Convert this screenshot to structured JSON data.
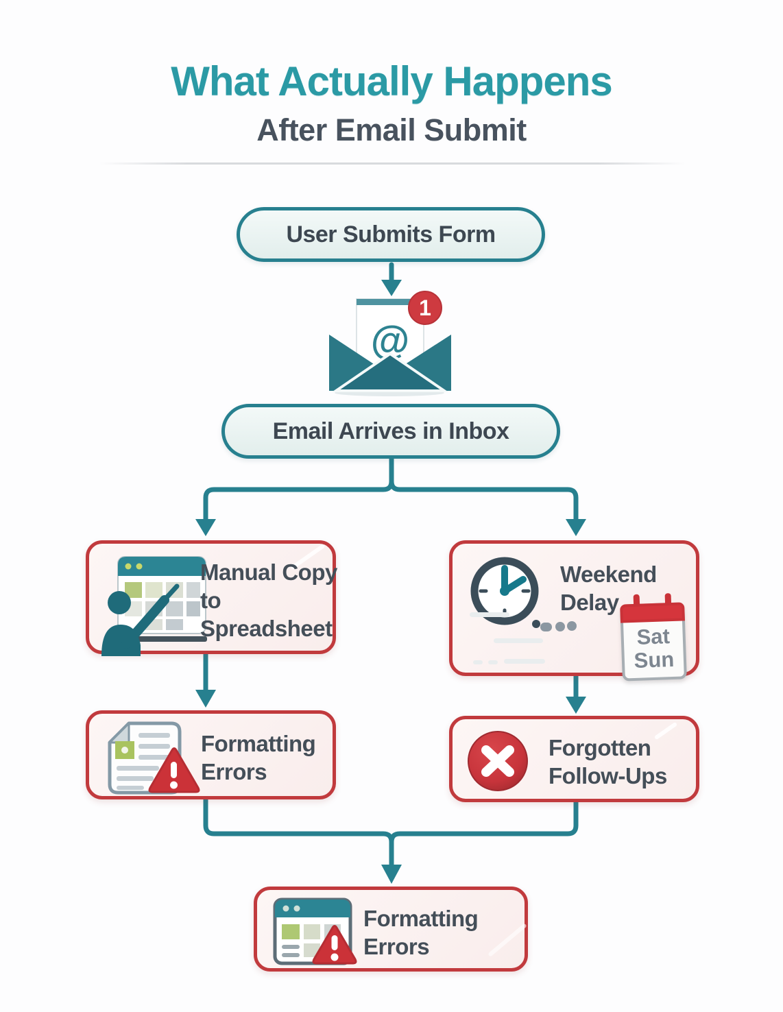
{
  "title": {
    "line1": "What Actually Happens",
    "line2": "After Email Submit"
  },
  "nodes": {
    "start": {
      "label": "User Submits Form"
    },
    "inbox": {
      "label": "Email Arrives in Inbox"
    },
    "manual_copy": {
      "label": "Manual Copy to Spreadsheet"
    },
    "weekend_delay": {
      "label": "Weekend Delay",
      "calendar_day1": "Sat",
      "calendar_day2": "Sun"
    },
    "formatting_errors_left": {
      "label": "Formatting Errors"
    },
    "forgotten_followups": {
      "label": "Forgotten Follow-Ups"
    },
    "formatting_errors_final": {
      "label": "Formatting Errors"
    }
  },
  "email_icon": {
    "badge_count": "1",
    "at_symbol": "@"
  },
  "colors": {
    "title_teal": "#2b9aa5",
    "subtitle_slate": "#48525e",
    "connector_teal": "#27808f",
    "pill_border_teal": "#27808f",
    "pill_background": "#e9f2f0",
    "node_border_red": "#c13a3d",
    "node_background": "#fbf1f0",
    "label_dark": "#444e58",
    "badge_red": "#ce3a40",
    "warning_red": "#cb3238",
    "error_circle_red": "#c7343b",
    "calendar_red": "#d5353c",
    "calendar_day_gray": "#7d8690",
    "envelope_teal": "#2b7886",
    "browser_header_teal": "#2c8594",
    "clock_slate": "#3b4d59",
    "clock_hand_teal": "#17798b",
    "cell_green": "#aec873"
  }
}
